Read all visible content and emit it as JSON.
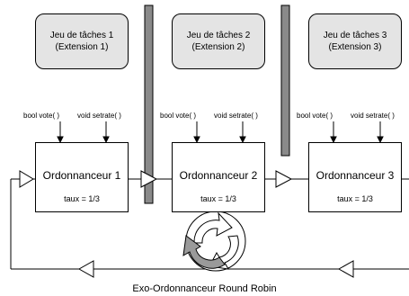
{
  "task_sets": [
    {
      "line1": "Jeu de tâches 1",
      "line2": "(Extension 1)"
    },
    {
      "line1": "Jeu de tâches 2",
      "line2": "(Extension 2)"
    },
    {
      "line1": "Jeu de tâches 3",
      "line2": "(Extension 3)"
    }
  ],
  "schedulers": [
    {
      "name": "Ordonnanceur 1",
      "rate": "taux = 1/3",
      "vote_label": "bool vote( )",
      "setrate_label": "void setrate( )"
    },
    {
      "name": "Ordonnanceur 2",
      "rate": "taux = 1/3",
      "vote_label": "bool vote( )",
      "setrate_label": "void setrate( )"
    },
    {
      "name": "Ordonnanceur 3",
      "rate": "taux = 1/3",
      "vote_label": "bool vote( )",
      "setrate_label": "void setrate( )"
    }
  ],
  "caption": "Exo-Ordonnanceur Round Robin",
  "colors": {
    "taskset_fill": "#e4e4e4",
    "divider_fill": "#8a8a8a",
    "cycle_fill": "#9a9a9a"
  }
}
